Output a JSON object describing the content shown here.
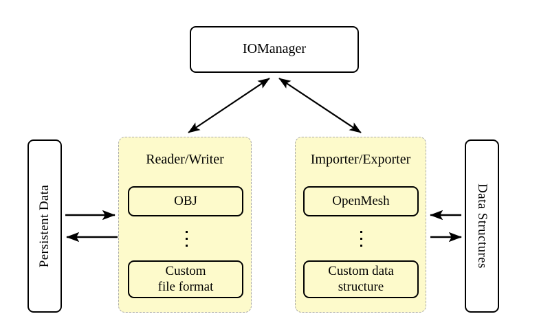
{
  "diagram": {
    "title_node": {
      "label": "IOManager"
    },
    "left_endpoint": {
      "label": "Persistent Data"
    },
    "right_endpoint": {
      "label": "Data Structures"
    },
    "groups": [
      {
        "id": "reader-writer",
        "title": "Reader/Writer",
        "members": [
          {
            "label": "OBJ"
          },
          {
            "label": "Custom\nfile format",
            "line1": "Custom",
            "line2": "file format"
          }
        ],
        "ellipsis": "⋮"
      },
      {
        "id": "importer-exporter",
        "title": "Importer/Exporter",
        "members": [
          {
            "label": "OpenMesh"
          },
          {
            "label": "Custom data\nstructure",
            "line1": "Custom data",
            "line2": "structure"
          }
        ],
        "ellipsis": "⋮"
      }
    ],
    "connectors": [
      {
        "name": "iomanager-to-reader-writer",
        "style": "double-headed-diagonal"
      },
      {
        "name": "iomanager-to-importer-exporter",
        "style": "double-headed-diagonal"
      },
      {
        "name": "persistent-data-to-reader-writer",
        "style": "single-arrow-right"
      },
      {
        "name": "reader-writer-to-persistent-data",
        "style": "single-arrow-left"
      },
      {
        "name": "data-structures-to-importer-exporter",
        "style": "single-arrow-left"
      },
      {
        "name": "importer-exporter-to-data-structures",
        "style": "single-arrow-right"
      }
    ],
    "colors": {
      "group_fill": "#fdfacb",
      "group_border": "#a8a8a8",
      "node_border": "#000000",
      "node_fill": "#ffffff",
      "arrow": "#000000",
      "background": "#ffffff"
    }
  }
}
